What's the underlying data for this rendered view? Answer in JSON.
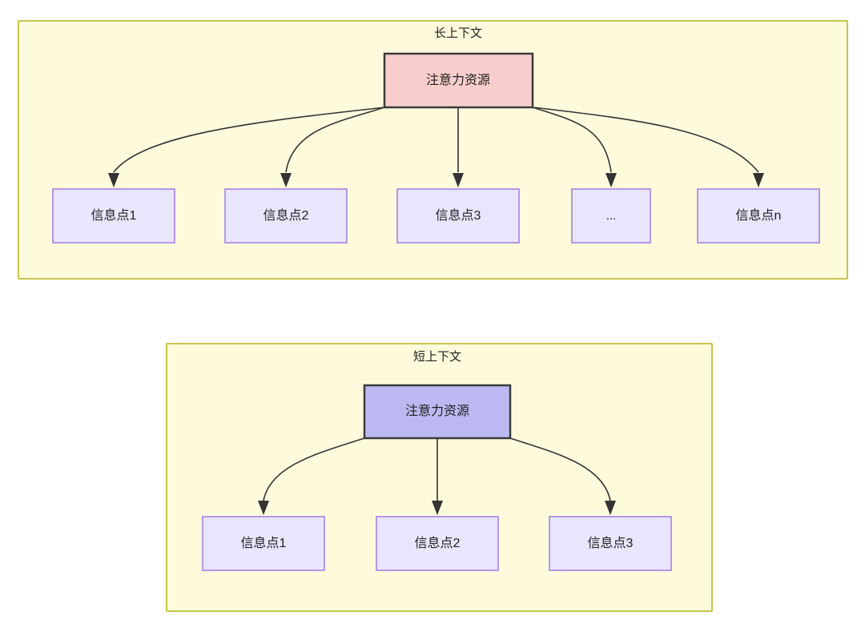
{
  "diagram": {
    "type": "node-edge-diagram",
    "background": "#ffffff",
    "colors": {
      "group_fill": "#fdfbdc",
      "group_stroke": "#c8c44a",
      "attention_long_fill": "#f8cecc",
      "attention_short_fill": "#bcb9f2",
      "node_stroke_dark": "#3a3a3a",
      "info_fill": "#e8e6fd",
      "info_stroke": "#b08ce8",
      "edge_stroke": "#333333",
      "text": "#1f1f1f"
    },
    "groups": [
      {
        "id": "long-context",
        "title": "长上下文",
        "root": {
          "id": "attention-long",
          "label": "注意力资源"
        },
        "children": [
          {
            "id": "info-1",
            "label": "信息点1"
          },
          {
            "id": "info-2",
            "label": "信息点2"
          },
          {
            "id": "info-3",
            "label": "信息点3"
          },
          {
            "id": "info-ellipsis",
            "label": "..."
          },
          {
            "id": "info-n",
            "label": "信息点n"
          }
        ]
      },
      {
        "id": "short-context",
        "title": "短上下文",
        "root": {
          "id": "attention-short",
          "label": "注意力资源"
        },
        "children": [
          {
            "id": "info-1",
            "label": "信息点1"
          },
          {
            "id": "info-2",
            "label": "信息点2"
          },
          {
            "id": "info-3",
            "label": "信息点3"
          }
        ]
      }
    ]
  }
}
